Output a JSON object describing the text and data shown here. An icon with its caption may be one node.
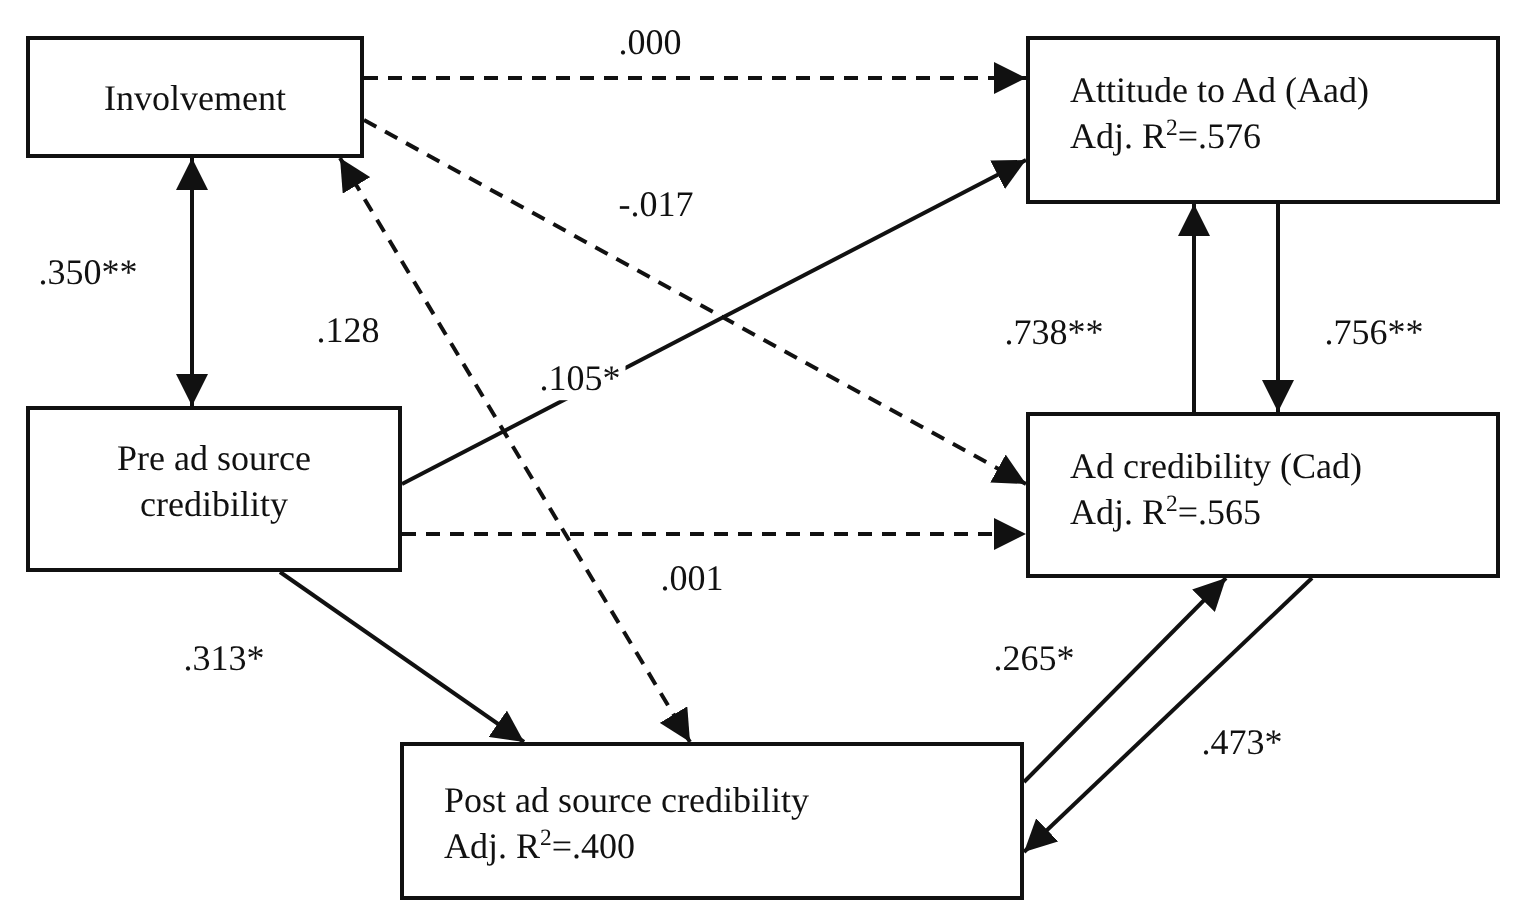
{
  "diagram": {
    "nodes": [
      {
        "text": [
          "Involvement"
        ]
      },
      {
        "text": [
          "Attitude to Ad (Aad)",
          "Adj. R$^{2}$=.576"
        ]
      },
      {
        "text": [
          "Pre ad source credibility"
        ]
      },
      {
        "text": [
          "Ad credibility (Cad)",
          "Adj. R$^{2}$=.565"
        ]
      },
      {
        "text": [
          "Post ad source credibility",
          "Adj. R$^{2}$=.400"
        ]
      }
    ],
    "edges": [
      {
        "from": 0,
        "to": 1,
        "arrow": "to",
        "label": ".000",
        "style": "dashed"
      },
      {
        "from": 0,
        "to": 3,
        "arrow": "to",
        "label": "-.017",
        "style": "dashed"
      },
      {
        "from": 0,
        "to": 4,
        "arrow": "both",
        "label": ".128",
        "style": "dashed"
      },
      {
        "from": 0,
        "to": 2,
        "arrow": "both",
        "label": ".350**"
      },
      {
        "from": 2,
        "to": 1,
        "arrow": "to",
        "label": ".105*"
      },
      {
        "from": 2,
        "to": 3,
        "arrow": "to",
        "label": ".001",
        "style": "dashed"
      },
      {
        "from": 2,
        "to": 4,
        "arrow": "to",
        "label": ".313*"
      },
      {
        "from": 3,
        "to": 1,
        "arrow": "to",
        "label": ".738**"
      },
      {
        "from": 1,
        "to": 3,
        "arrow": "to",
        "label": ".756**"
      },
      {
        "from": 4,
        "to": 3,
        "arrow": "to",
        "label": ".265*"
      },
      {
        "from": 3,
        "to": 4,
        "arrow": "to",
        "label": ".473*"
      }
    ]
  }
}
